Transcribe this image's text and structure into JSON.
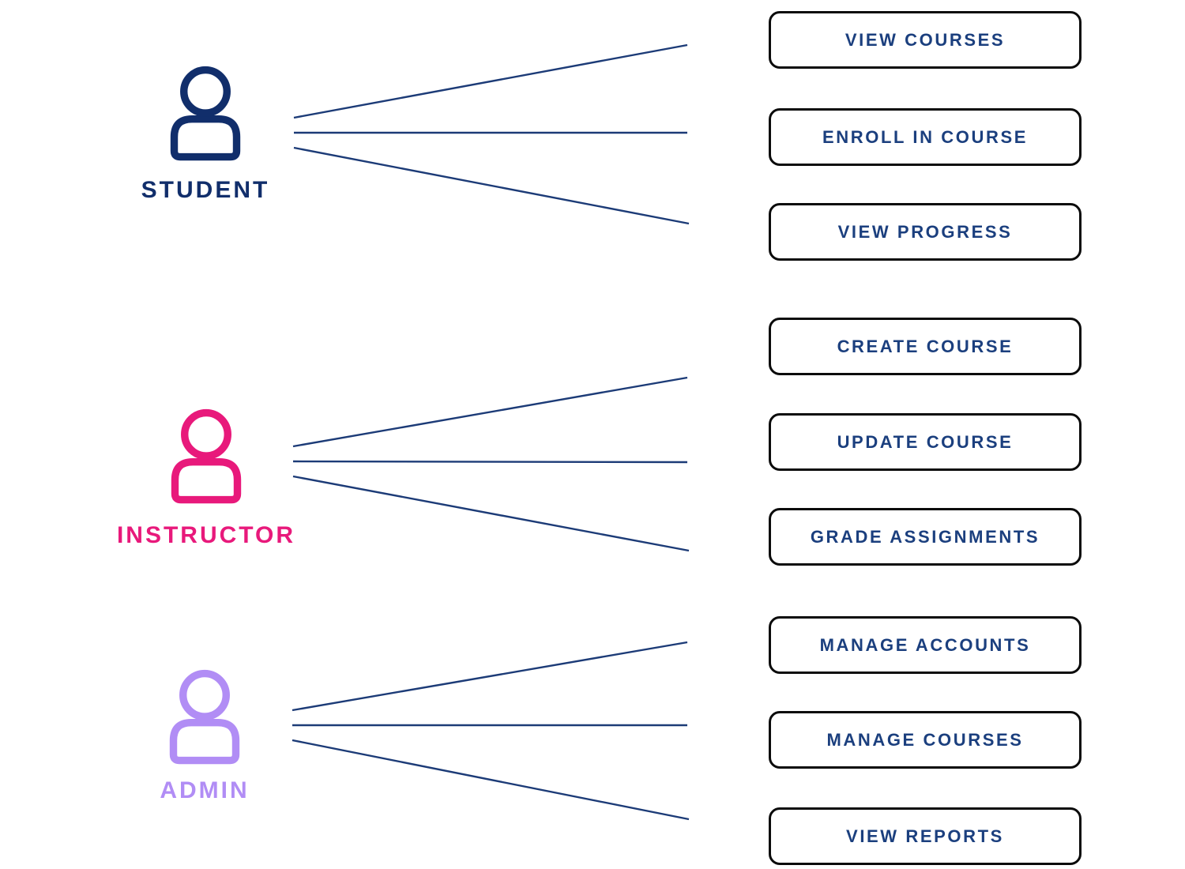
{
  "diagram": {
    "background_color": "#ffffff",
    "connector_color": "#1c3b77",
    "box_border_color": "#0b0b0b",
    "box_text_color": "#1b3f7e",
    "actors": [
      {
        "id": "student",
        "label": "STUDENT",
        "color": "#112e6b"
      },
      {
        "id": "instructor",
        "label": "INSTRUCTOR",
        "color": "#e8197b"
      },
      {
        "id": "admin",
        "label": "ADMIN",
        "color": "#b18df5"
      }
    ],
    "use_cases": [
      {
        "id": "view-courses",
        "label": "VIEW COURSES"
      },
      {
        "id": "enroll-in-course",
        "label": "ENROLL IN COURSE"
      },
      {
        "id": "view-progress",
        "label": "VIEW PROGRESS"
      },
      {
        "id": "create-course",
        "label": "CREATE COURSE"
      },
      {
        "id": "update-course",
        "label": "UPDATE COURSE"
      },
      {
        "id": "grade-assignments",
        "label": "GRADE ASSIGNMENTS"
      },
      {
        "id": "manage-accounts",
        "label": "MANAGE ACCOUNTS"
      },
      {
        "id": "manage-courses",
        "label": "MANAGE COURSES"
      },
      {
        "id": "view-reports",
        "label": "VIEW REPORTS"
      }
    ],
    "connections": [
      {
        "actor": "student",
        "use_case": "view-courses"
      },
      {
        "actor": "student",
        "use_case": "enroll-in-course"
      },
      {
        "actor": "student",
        "use_case": "view-progress"
      },
      {
        "actor": "instructor",
        "use_case": "create-course"
      },
      {
        "actor": "instructor",
        "use_case": "update-course"
      },
      {
        "actor": "instructor",
        "use_case": "grade-assignments"
      },
      {
        "actor": "admin",
        "use_case": "manage-accounts"
      },
      {
        "actor": "admin",
        "use_case": "manage-courses"
      },
      {
        "actor": "admin",
        "use_case": "view-reports"
      }
    ]
  }
}
